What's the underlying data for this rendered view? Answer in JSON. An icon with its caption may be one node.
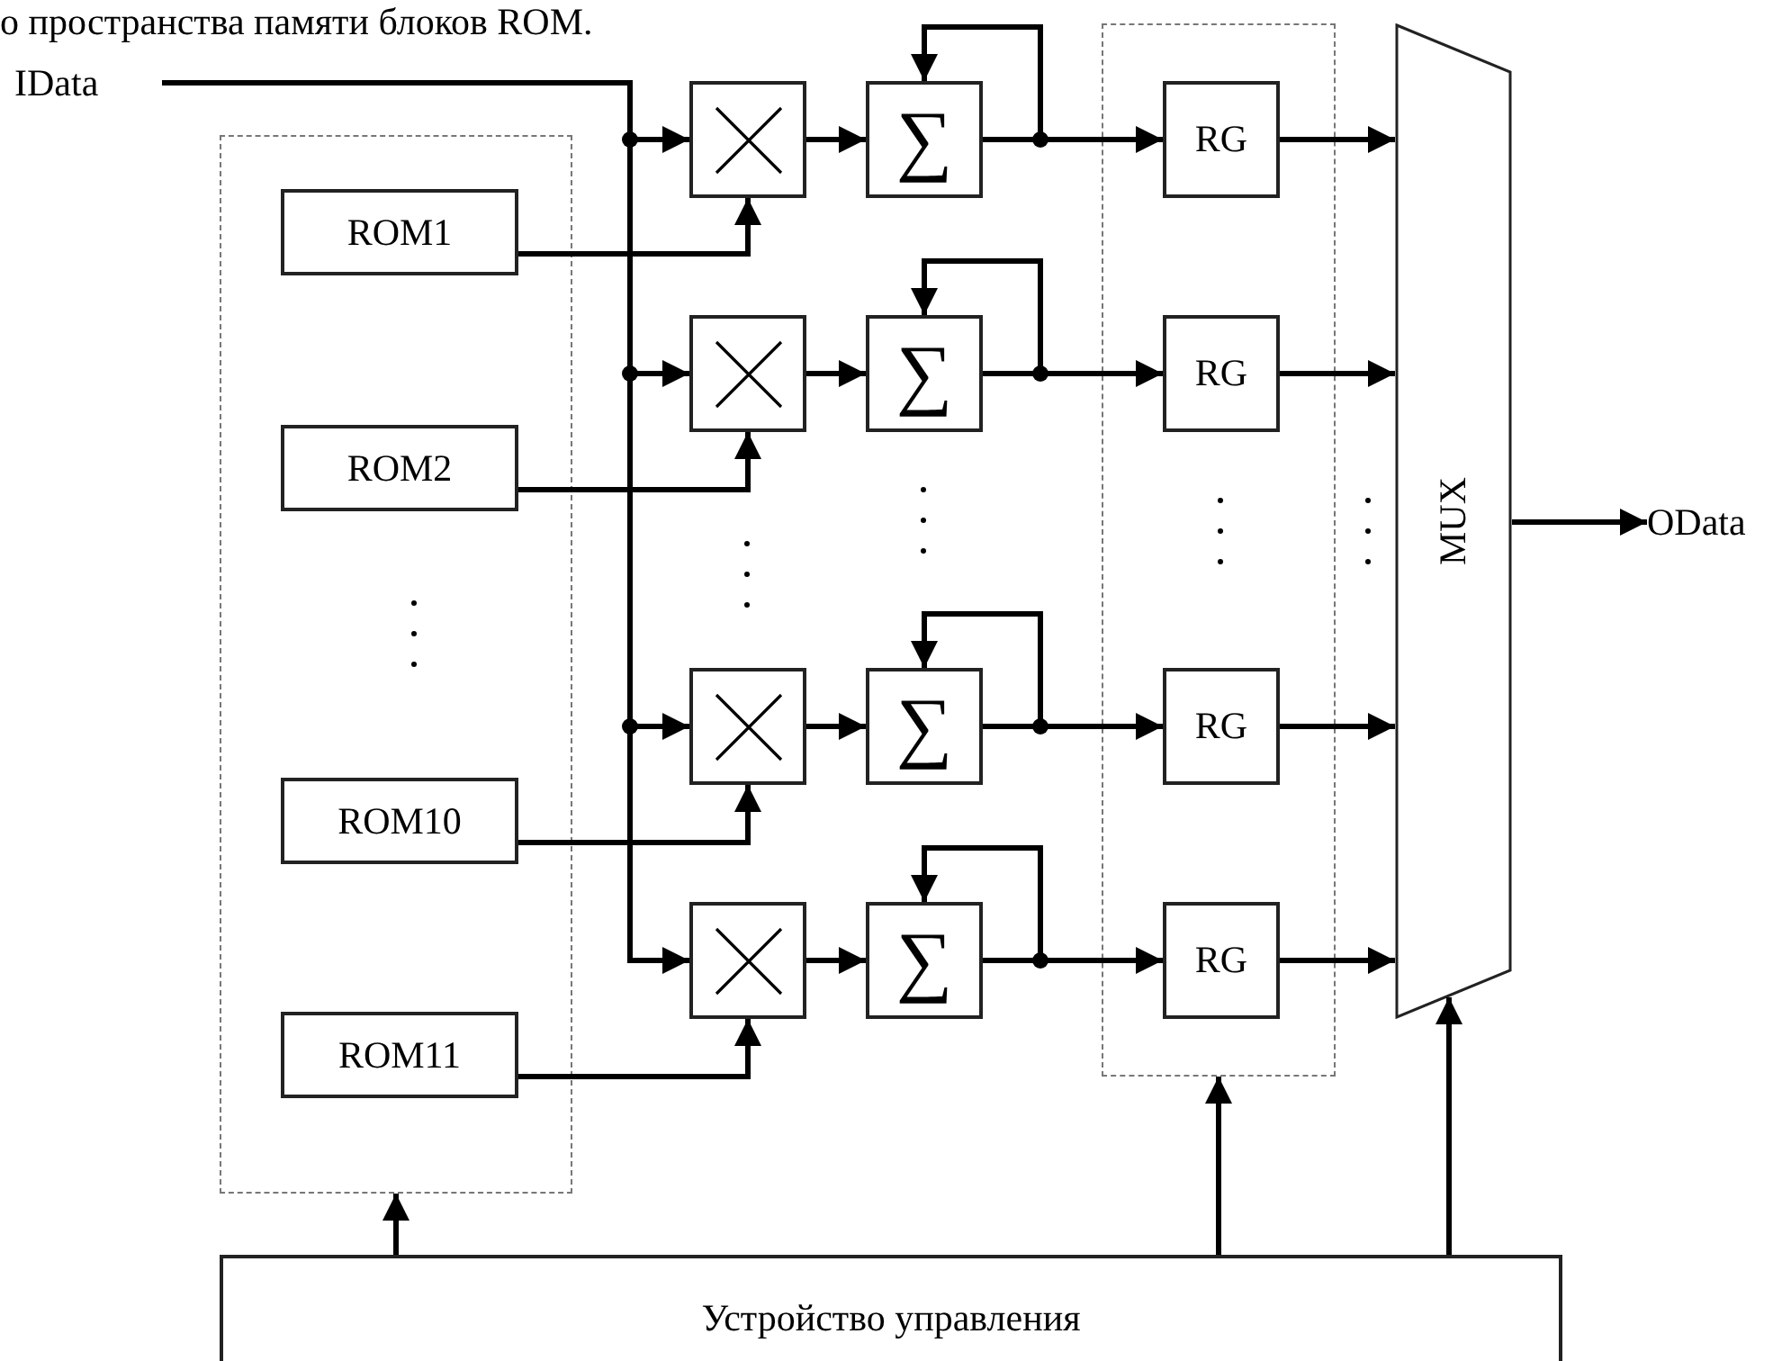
{
  "diagram": {
    "nodes": [
      {
        "text": [
          "IData"
        ]
      },
      {
        "text": [],
        "shape": "box"
      },
      {
        "text": [
          "ROM1"
        ],
        "in": 1
      },
      {
        "text": [
          "ROM2"
        ],
        "in": 1
      },
      {
        "text": [
          "ROM10"
        ],
        "in": 1
      },
      {
        "text": [
          "ROM11"
        ],
        "in": 1
      },
      {
        "text": [],
        "shape": "box"
      },
      {
        "text": [],
        "shape": "box"
      },
      {
        "text": [],
        "shape": "box"
      },
      {
        "text": [],
        "shape": "box"
      },
      {
        "text": [
          "∑"
        ]
      },
      {
        "text": [
          "∑"
        ]
      },
      {
        "text": [
          "∑"
        ]
      },
      {
        "text": [
          "∑"
        ]
      },
      {
        "text": [],
        "shape": "box"
      },
      {
        "text": [
          "RG"
        ],
        "in": 14
      },
      {
        "text": [
          "RG"
        ],
        "in": 14
      },
      {
        "text": [
          "RG"
        ],
        "in": 14
      },
      {
        "text": [
          "RG"
        ],
        "in": 14
      },
      {
        "text": [
          "MUX"
        ]
      },
      {
        "text": [
          "OData"
        ]
      },
      {
        "text": [
          "Устройство управления"
        ]
      }
    ],
    "edges": [
      {
        "from": 0,
        "to": 6,
        "arrow": "to"
      },
      {
        "from": 0,
        "to": 7,
        "arrow": "to"
      },
      {
        "from": 0,
        "to": 8,
        "arrow": "to"
      },
      {
        "from": 0,
        "to": 9,
        "arrow": "to"
      },
      {
        "from": 2,
        "to": 6,
        "arrow": "to"
      },
      {
        "from": 3,
        "to": 7,
        "arrow": "to"
      },
      {
        "from": 4,
        "to": 8,
        "arrow": "to"
      },
      {
        "from": 5,
        "to": 9,
        "arrow": "to"
      },
      {
        "from": 6,
        "to": 10,
        "arrow": "to"
      },
      {
        "from": 7,
        "to": 11,
        "arrow": "to"
      },
      {
        "from": 8,
        "to": 12,
        "arrow": "to"
      },
      {
        "from": 9,
        "to": 13,
        "arrow": "to"
      },
      {
        "from": 10,
        "to": 10,
        "arrow": "to"
      },
      {
        "from": 11,
        "to": 11,
        "arrow": "to"
      },
      {
        "from": 12,
        "to": 12,
        "arrow": "to"
      },
      {
        "from": 13,
        "to": 13,
        "arrow": "to"
      },
      {
        "from": 10,
        "to": 15,
        "arrow": "to"
      },
      {
        "from": 11,
        "to": 16,
        "arrow": "to"
      },
      {
        "from": 12,
        "to": 17,
        "arrow": "to"
      },
      {
        "from": 13,
        "to": 18,
        "arrow": "to"
      },
      {
        "from": 15,
        "to": 19,
        "arrow": "to"
      },
      {
        "from": 16,
        "to": 19,
        "arrow": "to"
      },
      {
        "from": 17,
        "to": 19,
        "arrow": "to"
      },
      {
        "from": 18,
        "to": 19,
        "arrow": "to"
      },
      {
        "from": 19,
        "to": 20,
        "arrow": "to"
      },
      {
        "from": 21,
        "to": 1,
        "arrow": "to"
      },
      {
        "from": 21,
        "to": 14,
        "arrow": "to"
      },
      {
        "from": 21,
        "to": 19,
        "arrow": "to"
      }
    ],
    "labels": [
      "о пространства памяти блоков ROM."
    ]
  }
}
